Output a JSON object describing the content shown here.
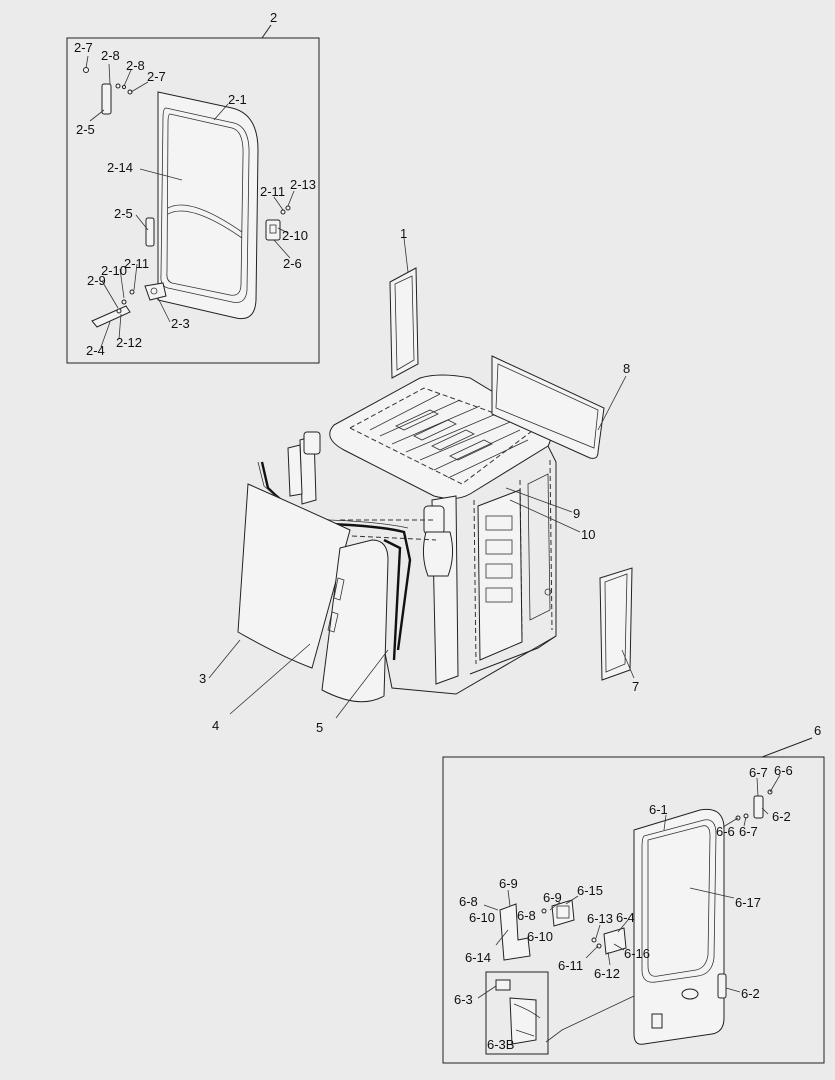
{
  "callouts": {
    "c2": "2",
    "c2_7a": "2-7",
    "c2_8a": "2-8",
    "c2_8b": "2-8",
    "c2_7b": "2-7",
    "c2_1": "2-1",
    "c2_5a": "2-5",
    "c2_14": "2-14",
    "c2_11a": "2-11",
    "c2_13": "2-13",
    "c2_5b": "2-5",
    "c2_10a": "2-10",
    "c2_6": "2-6",
    "c2_10b": "2-10",
    "c2_11b": "2-11",
    "c2_9": "2-9",
    "c2_3": "2-3",
    "c2_4": "2-4",
    "c2_12": "2-12",
    "c1": "1",
    "c8": "8",
    "c9": "9",
    "c10": "10",
    "c3": "3",
    "c4": "4",
    "c5": "5",
    "c7": "7",
    "c6": "6",
    "c6_7a": "6-7",
    "c6_6a": "6-6",
    "c6_1": "6-1",
    "c6_2a": "6-2",
    "c6_6b": "6-6",
    "c6_7b": "6-7",
    "c6_17": "6-17",
    "c6_9a": "6-9",
    "c6_8a": "6-8",
    "c6_15": "6-15",
    "c6_9b": "6-9",
    "c6_8b": "6-8",
    "c6_10a": "6-10",
    "c6_10b": "6-10",
    "c6_13": "6-13",
    "c6_4": "6-4",
    "c6_14": "6-14",
    "c6_16": "6-16",
    "c6_11": "6-11",
    "c6_12": "6-12",
    "c6_2b": "6-2",
    "c6_3": "6-3",
    "c6_3b": "6-3B"
  },
  "colors": {
    "background": "#ebebeb",
    "line": "#222222"
  }
}
